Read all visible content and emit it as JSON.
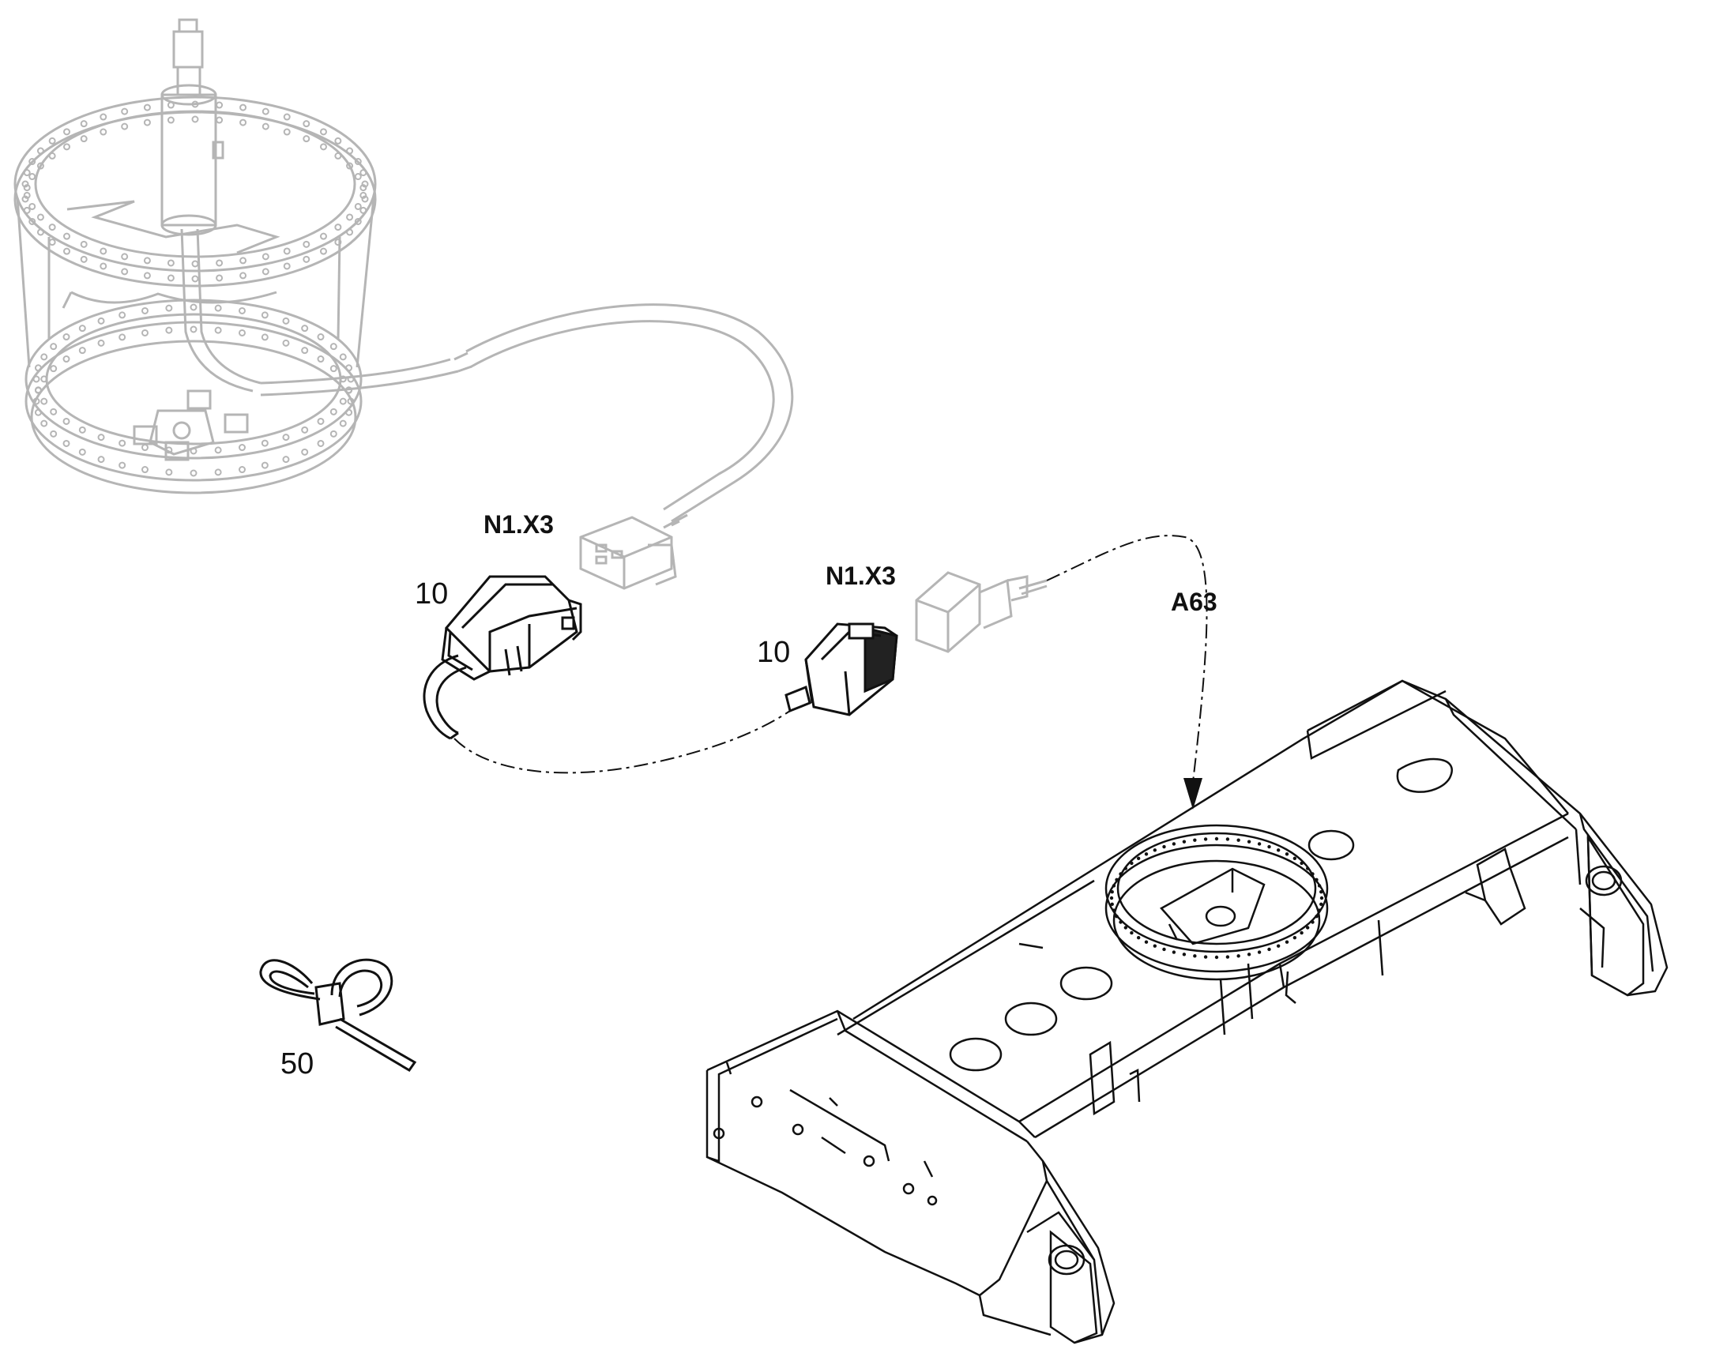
{
  "labels": {
    "connector_top": "N1.X3",
    "connector_mid": "N1.X3",
    "item_10_top": "10",
    "item_10_mid": "10",
    "item_50": "50",
    "target": "A63"
  },
  "colors": {
    "line": "#111111",
    "faint": "#b5b5b5",
    "fill_dark": "#222222"
  }
}
